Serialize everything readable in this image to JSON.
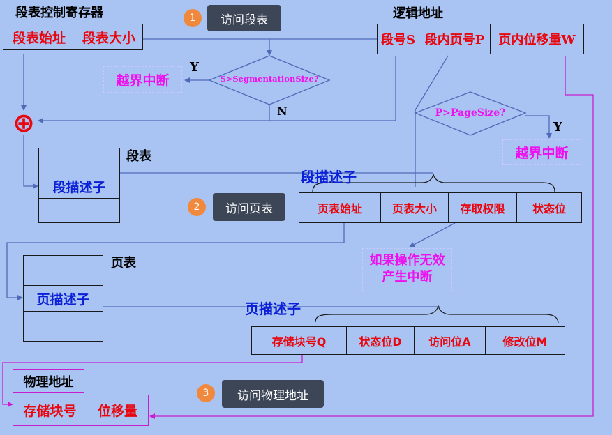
{
  "seg_reg": {
    "title": "段表控制寄存器",
    "start": "段表始址",
    "size": "段表大小"
  },
  "logical": {
    "title": "逻辑地址",
    "s": "段号S",
    "p": "段内页号P",
    "w": "页内位移量W"
  },
  "steps": [
    {
      "num": "1",
      "label": "访问段表"
    },
    {
      "num": "2",
      "label": "访问页表"
    },
    {
      "num": "3",
      "label": "访问物理地址"
    }
  ],
  "check1": {
    "cond": "S>SegmentationSize?",
    "yes": "Y",
    "no": "N",
    "result": "越界中断"
  },
  "check2": {
    "cond": "P>PageSize?",
    "yes": "Y",
    "result": "越界中断"
  },
  "adder_symbol": "⊕",
  "seg_table": {
    "title": "段表",
    "entry": "段描述子"
  },
  "seg_desc": {
    "title": "段描述子",
    "fields": [
      "页表始址",
      "页表大小",
      "存取权限",
      "状态位"
    ]
  },
  "invalid_note": {
    "line1": "如果操作无效",
    "line2": "产生中断"
  },
  "page_table": {
    "title": "页表",
    "entry": "页描述子"
  },
  "page_desc": {
    "title": "页描述子",
    "fields": [
      "存储块号Q",
      "状态位D",
      "访问位A",
      "修改位M"
    ]
  },
  "physical": {
    "title": "物理地址",
    "block": "存储块号",
    "offset": "位移量"
  },
  "colors": {
    "background": "#a9c4f2",
    "wire": "#4f6bb8",
    "red": "#e8060f",
    "blue": "#0a1fd6",
    "magenta": "#ee10ee",
    "badge": "#f0883d",
    "callout": "#3c4656"
  }
}
